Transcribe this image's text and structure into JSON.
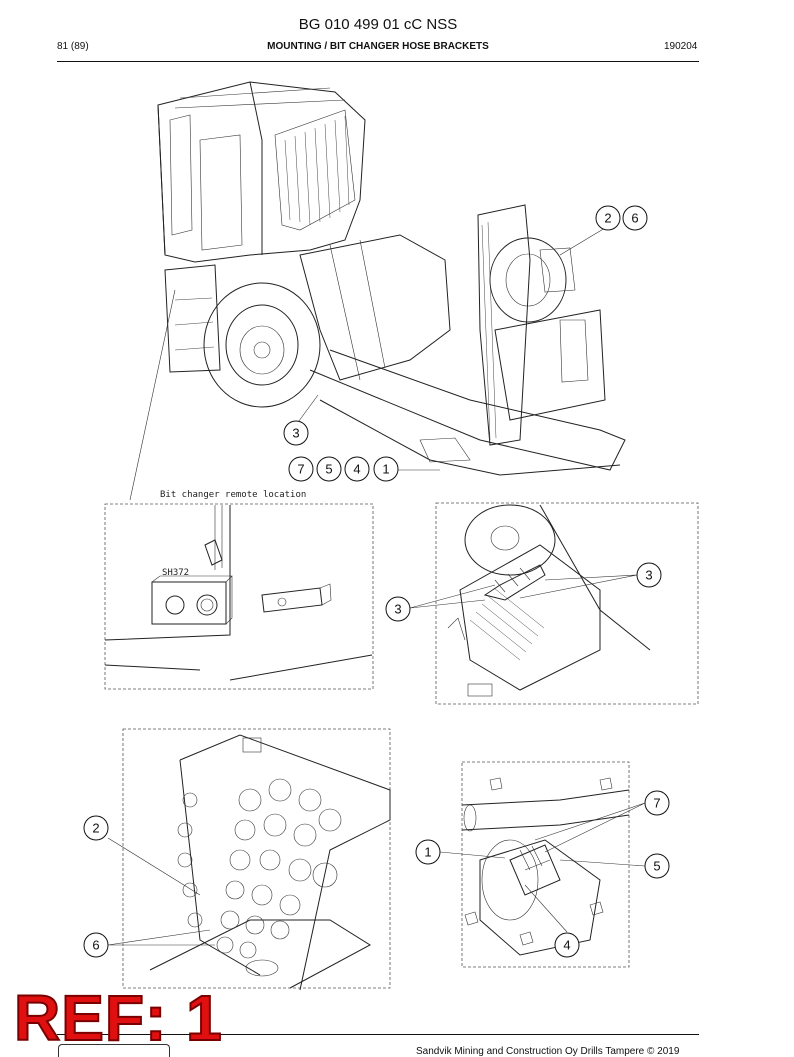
{
  "header": {
    "doc_id": "BG 010 499 01 cC NSS",
    "page": "81 (89)",
    "title": "MOUNTING / BIT CHANGER HOSE BRACKETS",
    "date": "190204"
  },
  "figure": {
    "remote_location_label": "Bit changer remote location",
    "switch_label": "SH372",
    "callouts": {
      "main_top_a": "2",
      "main_top_b": "6",
      "main_mid": "3",
      "main_row_a": "7",
      "main_row_b": "5",
      "main_row_c": "4",
      "main_row_d": "1",
      "detail2_right": "3",
      "detail2_left": "3",
      "detail3_top": "2",
      "detail3_bottom": "6",
      "detail4_top": "7",
      "detail4_left": "1",
      "detail4_right": "5",
      "detail4_bottom": "4"
    }
  },
  "footer": {
    "copyright": "Sandvik Mining and Construction Oy Drills Tampere © 2019"
  },
  "stamp": {
    "text": "REF: 1",
    "color": "#e01010"
  }
}
